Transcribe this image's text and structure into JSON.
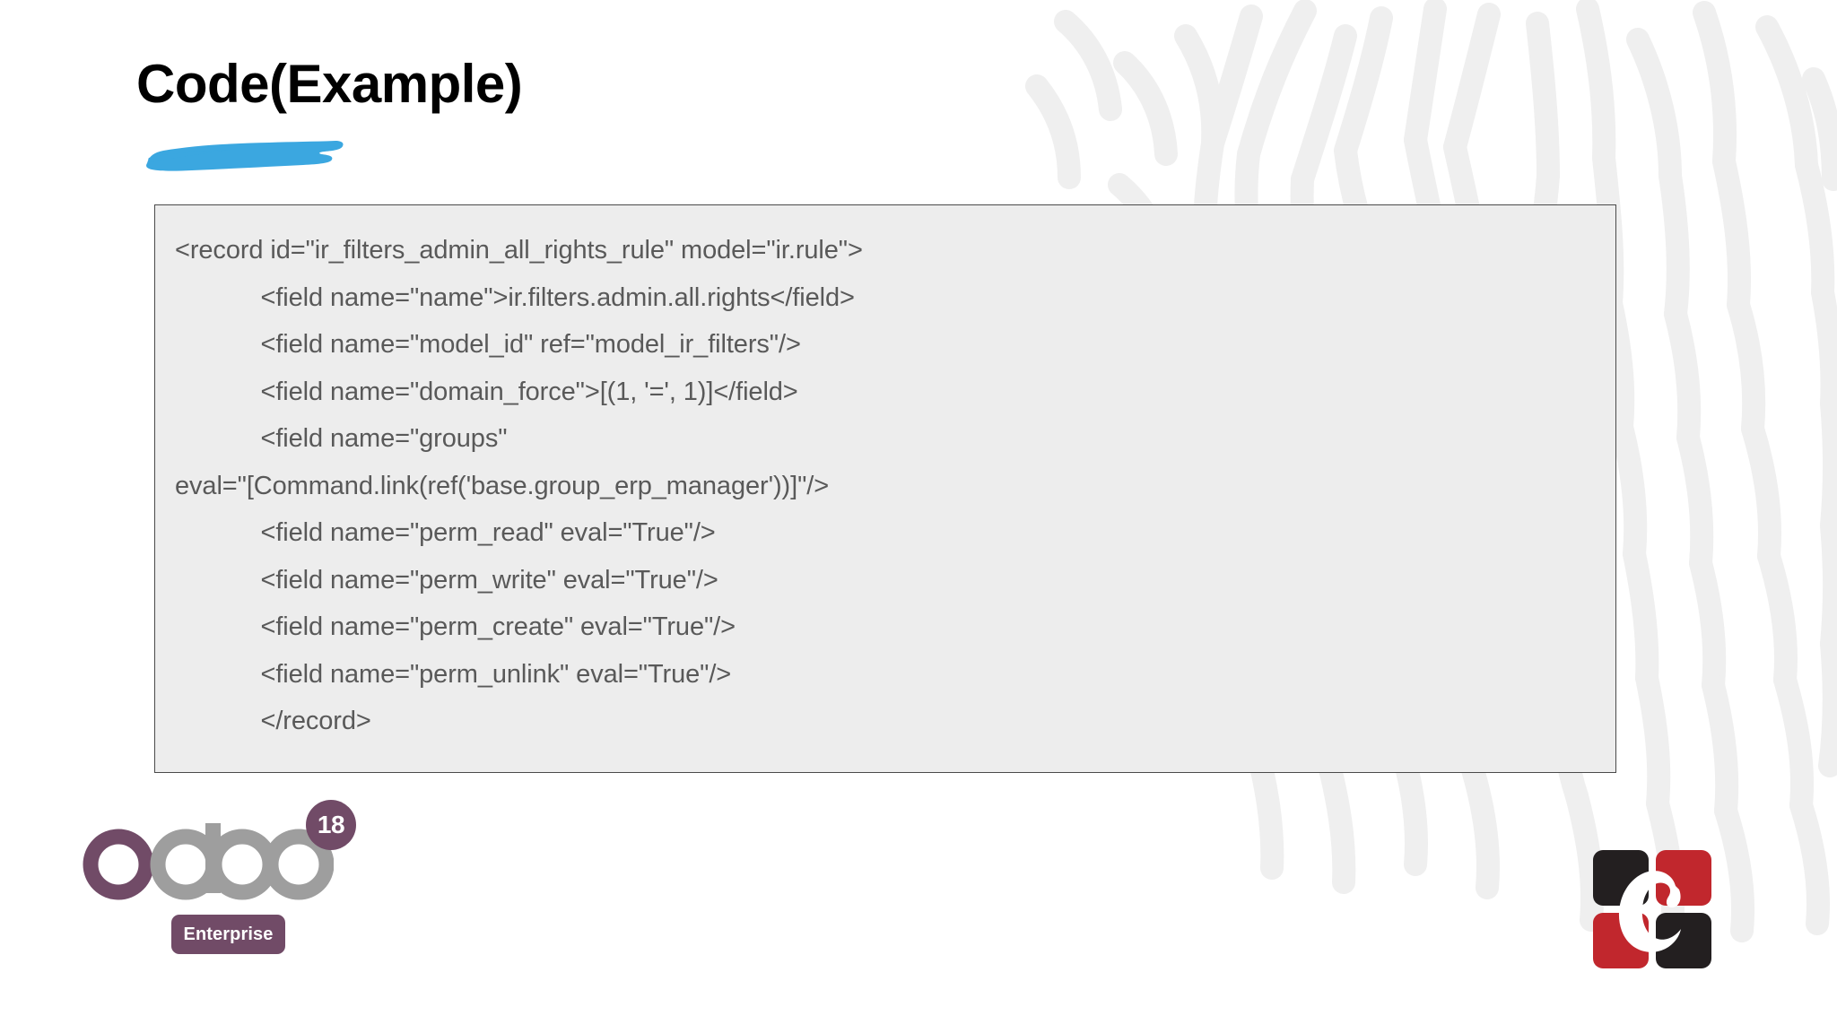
{
  "slide": {
    "title": "Code(Example)",
    "title_underline_color": "#3ba7e0",
    "background_color": "#ffffff",
    "pattern_color": "#efefef"
  },
  "code_panel": {
    "background_color": "#ededed",
    "border_color": "#4a4a4a",
    "text_color": "#595959",
    "lines": [
      "<record id=\"ir_filters_admin_all_rights_rule\" model=\"ir.rule\">",
      "            <field name=\"name\">ir.filters.admin.all.rights</field>",
      "            <field name=\"model_id\" ref=\"model_ir_filters\"/>",
      "            <field name=\"domain_force\">[(1, '=', 1)]</field>",
      "            <field name=\"groups\"",
      "eval=\"[Command.link(ref('base.group_erp_manager'))]\"/>",
      "            <field name=\"perm_read\" eval=\"True\"/>",
      "            <field name=\"perm_write\" eval=\"True\"/>",
      "            <field name=\"perm_create\" eval=\"True\"/>",
      "            <field name=\"perm_unlink\" eval=\"True\"/>",
      "            </record>"
    ]
  },
  "odoo_logo": {
    "wordmark": "odoo",
    "version": "18",
    "edition": "Enterprise",
    "primary_color": "#714b67",
    "secondary_color": "#9e9e9e"
  },
  "partner_logo": {
    "letter": "C",
    "dark_color": "#231f20",
    "red_color": "#c1272d"
  }
}
